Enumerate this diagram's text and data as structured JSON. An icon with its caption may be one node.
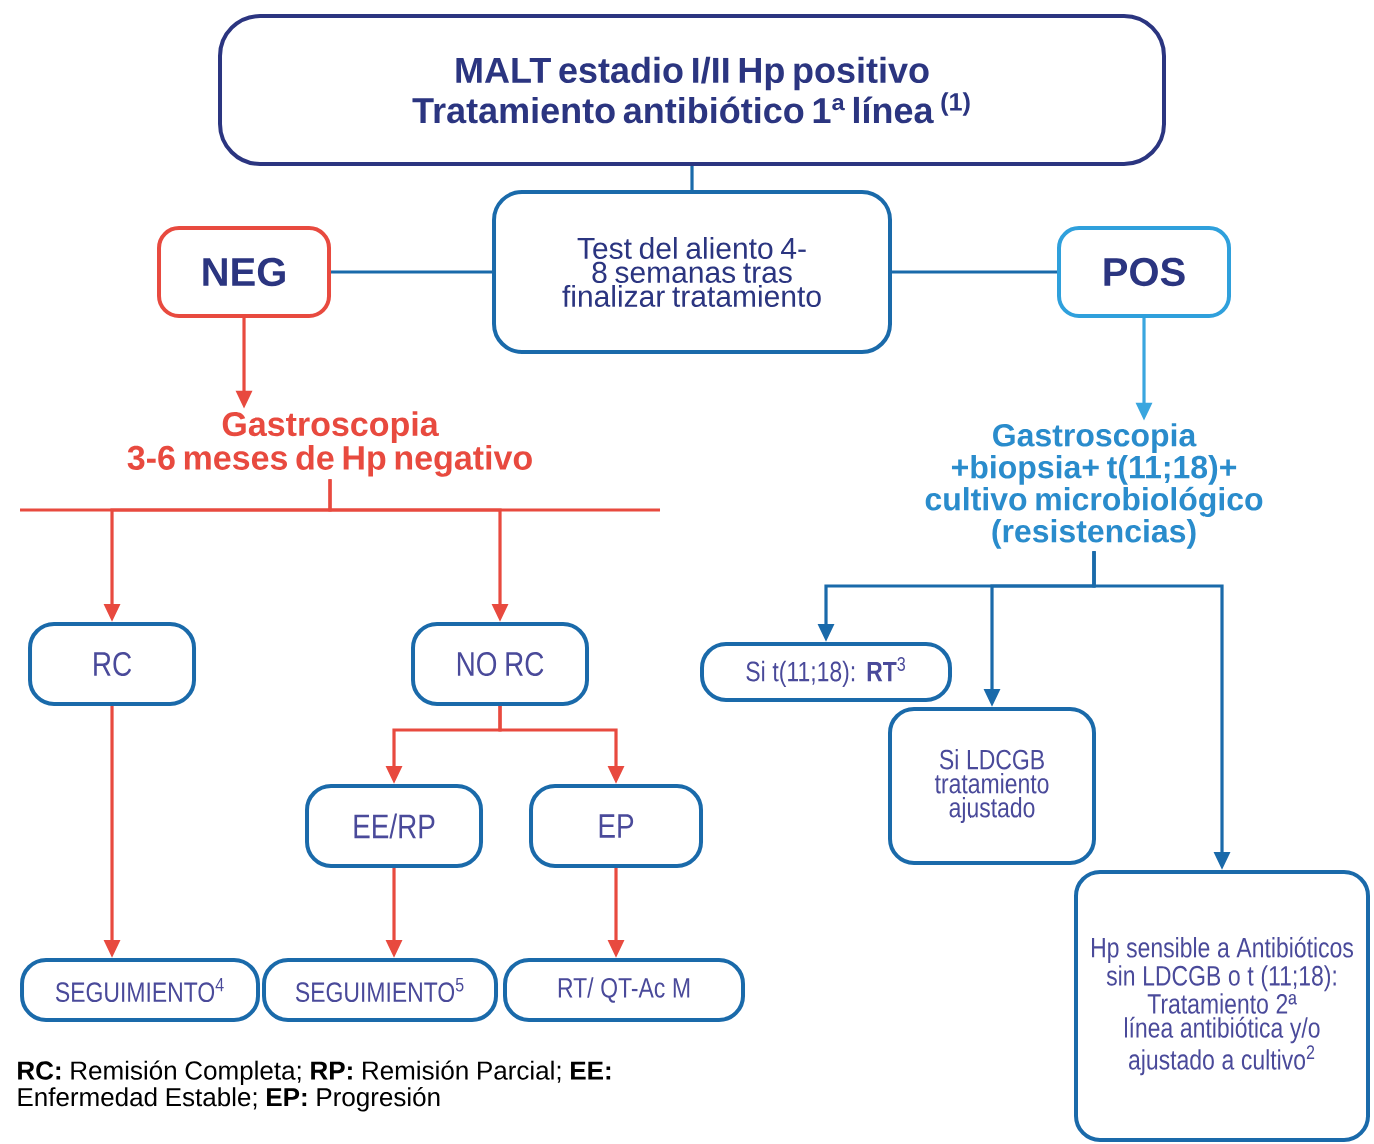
{
  "diagram": {
    "nodes": [
      {
        "text": [
          "MALT estadio I/II Hp positivo Tratamiento antibiótico 1ª línea $^{(1)}$"
        ]
      },
      {
        "text": [
          "Test del aliento 4-8 semanas tras finalizar tratamiento"
        ]
      },
      {
        "text": [
          "NEG"
        ]
      },
      {
        "text": [
          "POS"
        ]
      },
      {
        "text": [
          "Gastroscopia",
          "3-6 meses de Hp negativo"
        ]
      },
      {
        "text": [
          "Gastroscopia",
          "+biopsia+ t(11;18)+ cultivo microbiológico (resistencias)"
        ]
      },
      {
        "text": [
          "RC"
        ]
      },
      {
        "text": [
          "NO RC"
        ]
      },
      {
        "text": [
          "EE/RP"
        ]
      },
      {
        "text": [
          "EP"
        ]
      },
      {
        "text": [
          "SEGUIMIENTO$^{4}$"
        ]
      },
      {
        "text": [
          "SEGUIMIENTO$^{5}$"
        ]
      },
      {
        "text": [
          "RT/ QT-Ac M"
        ]
      },
      {
        "text": [
          "Si t(11;18): **RT**$^{3}$"
        ]
      },
      {
        "text": [
          "Si LDCGB tratamiento ajustado"
        ]
      },
      {
        "text": [
          "Hp sensible a Antibióticos sin LDCGB o t (11;18): Tratamiento 2ª línea antibiótica y/o ajustado a cultivo$^{2}$"
        ]
      }
    ],
    "edges": [
      {
        "from": 0,
        "to": 1,
        "arrow": "none",
        "color": "#1a6aaa"
      },
      {
        "from": 1,
        "to": 2,
        "arrow": "none",
        "color": "#1a6aaa"
      },
      {
        "from": 1,
        "to": 3,
        "arrow": "none",
        "color": "#1a6aaa"
      },
      {
        "from": 2,
        "to": 4,
        "arrow": "to"
      },
      {
        "from": 3,
        "to": 5,
        "arrow": "to",
        "color": "#3aa6df"
      },
      {
        "from": 4,
        "to": 6,
        "arrow": "to"
      },
      {
        "from": 4,
        "to": 7,
        "arrow": "to"
      },
      {
        "from": 6,
        "to": 10,
        "arrow": "to"
      },
      {
        "from": 7,
        "to": 8,
        "arrow": "to"
      },
      {
        "from": 7,
        "to": 9,
        "arrow": "to"
      },
      {
        "from": 8,
        "to": 11,
        "arrow": "to"
      },
      {
        "from": 9,
        "to": 12,
        "arrow": "to"
      },
      {
        "from": 5,
        "to": 13,
        "arrow": "to",
        "color": "#1a6aaa"
      },
      {
        "from": 5,
        "to": 14,
        "arrow": "to",
        "color": "#1a6aaa"
      },
      {
        "from": 5,
        "to": 15,
        "arrow": "to",
        "color": "#1a6aaa"
      }
    ],
    "labels": [
      "**RC:** Remisión Completa; **RP:** Remisión Parcial; **EE:** Enfermedad Estable; **EP:** Progresión"
    ]
  }
}
